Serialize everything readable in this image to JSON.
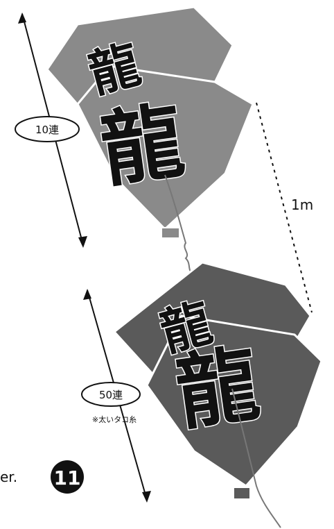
{
  "kite_character": "龍",
  "top_stack": {
    "count_label": "10連"
  },
  "bottom_stack": {
    "count_label": "50連",
    "note": "※太いタコ糸"
  },
  "spacing_label": "1m",
  "cut_text": "er.",
  "step_badge": "11",
  "colors": {
    "kite_top": "#8a8a8a",
    "kite_bottom": "#5a5a5a",
    "ink": "#111111"
  }
}
